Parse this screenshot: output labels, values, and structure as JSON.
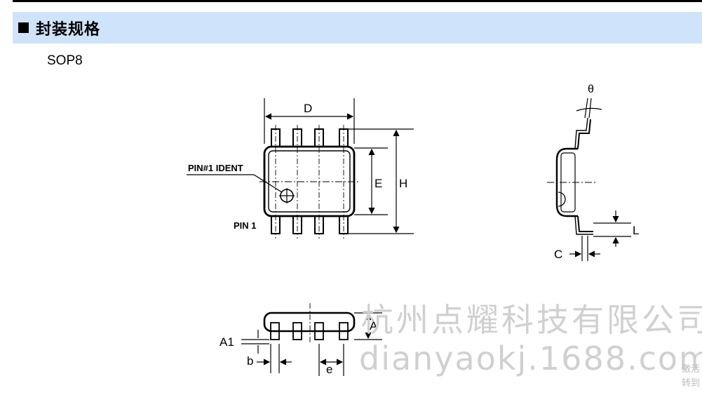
{
  "section": {
    "title": "封装规格"
  },
  "package_name": "SOP8",
  "drawing_labels": {
    "D": "D",
    "E": "E",
    "H": "H",
    "pin_ident": "PIN#1 IDENT",
    "pin1": "PIN 1",
    "theta": "θ",
    "L": "L",
    "C": "C",
    "A": "A",
    "A1": "A1",
    "b": "b",
    "e": "e"
  },
  "watermark": {
    "company": "杭州点耀科技有限公司",
    "site": "dianyaokj.1688.com",
    "side_1": "激活",
    "side_2": "转到"
  }
}
